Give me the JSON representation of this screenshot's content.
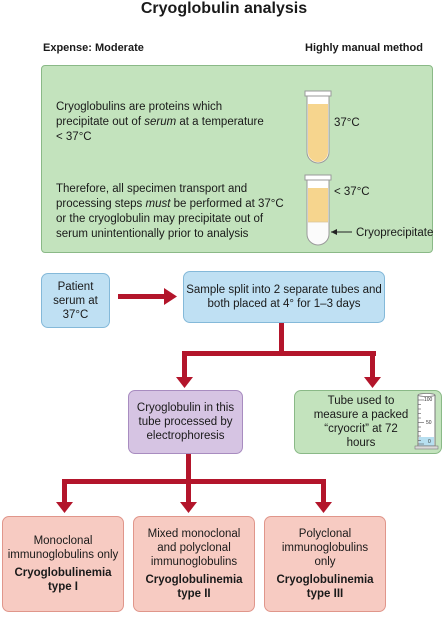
{
  "title": "Cryoglobulin analysis",
  "expense": "Expense: Moderate",
  "method": "Highly manual method",
  "panel": {
    "para1_a": "Cryoglobulins are proteins which precipitate out of ",
    "para1_em": "serum",
    "para1_b": " at a temperature < 37°C",
    "para2_a": "Therefore, all specimen transport and processing steps ",
    "para2_em": "must",
    "para2_b": " be performed at 37°C or the cryoglobulin may precipitate out of serum unintentionally prior to analysis",
    "tube1_label": "37°C",
    "tube2_label": "< 37°C",
    "cryoprecipitate_label": "Cryoprecipitate"
  },
  "flow": {
    "patient_serum": "Patient serum at 37°C",
    "sample_split": "Sample split into 2 separate tubes and both placed at 4° for 1–3 days",
    "electrophoresis": "Cryoglobulin in this tube processed by electrophoresis",
    "cryocrit": "Tube used to measure a packed “cryocrit” at 72 hours",
    "cylinder_ticks": [
      "100",
      "50",
      "0"
    ]
  },
  "types": [
    {
      "desc": "Monoclonal immunoglobulins only",
      "name": "Cryoglobulinemia type I"
    },
    {
      "desc": "Mixed monoclonal and polyclonal immunoglobulins",
      "name": "Cryoglobulinemia type II"
    },
    {
      "desc": "Polyclonal immunoglobulins only",
      "name": "Cryoglobulinemia type III"
    }
  ],
  "colors": {
    "arrow": "#b3152b",
    "panel_green": "#c3e3bd",
    "box_blue": "#bfe0f3",
    "box_purple": "#d6c4e3",
    "box_pink": "#f7cbc2",
    "serum": "#f6d58e"
  }
}
